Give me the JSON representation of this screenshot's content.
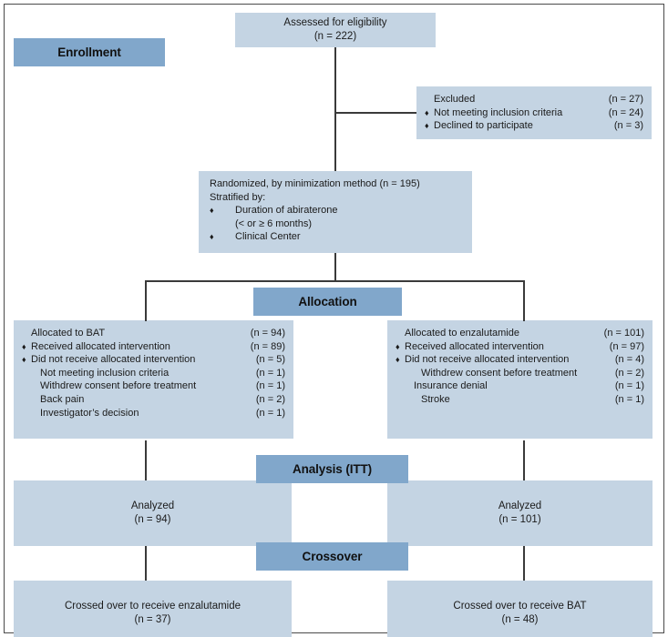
{
  "figure": {
    "type": "consort-flow-diagram",
    "colors": {
      "box_fill": "#c4d4e3",
      "header_fill": "#81a7cb",
      "line": "#3a3a3a",
      "text": "#1a1a1a",
      "background": "#ffffff"
    }
  },
  "stage_labels": {
    "enrollment": "Enrollment",
    "allocation": "Allocation",
    "analysis": "Analysis (ITT)",
    "crossover": "Crossover"
  },
  "assessed": {
    "line1": "Assessed for eligibility",
    "line2": "(n = 222)"
  },
  "excluded": {
    "title": "Excluded",
    "title_n": "(n = 27)",
    "items": [
      {
        "bullet": "♦",
        "label": "Not meeting inclusion criteria",
        "n": "(n = 24)"
      },
      {
        "bullet": "♦",
        "label": "Declined to participate",
        "n": "(n = 3)"
      }
    ]
  },
  "randomized": {
    "line1": "Randomized, by minimization method (n = 195)",
    "line2": "Stratified by:",
    "items": [
      {
        "bullet": "♦",
        "label": "Duration of abiraterone"
      },
      {
        "bullet": "",
        "label": "(< or ≥ 6 months)"
      },
      {
        "bullet": "♦",
        "label": "Clinical Center"
      }
    ]
  },
  "allocation_left": {
    "title": "Allocated to BAT",
    "title_n": "(n = 94)",
    "items": [
      {
        "bullet": "♦",
        "indent": "none",
        "label": "Received allocated intervention",
        "n": "(n = 89)"
      },
      {
        "bullet": "♦",
        "indent": "none",
        "label": "Did not receive allocated intervention",
        "n": "(n = 5)"
      },
      {
        "bullet": "",
        "indent": "sub",
        "label": "Not meeting inclusion criteria",
        "n": "(n = 1)"
      },
      {
        "bullet": "",
        "indent": "sub",
        "label": "Withdrew consent before treatment",
        "n": "(n = 1)"
      },
      {
        "bullet": "",
        "indent": "sub",
        "label": "Back pain",
        "n": "(n = 2)"
      },
      {
        "bullet": "",
        "indent": "sub",
        "label": "Investigator’s decision",
        "n": "(n = 1)"
      }
    ]
  },
  "allocation_right": {
    "title": "Allocated to enzalutamide",
    "title_n": "(n = 101)",
    "items": [
      {
        "bullet": "♦",
        "indent": "none",
        "label": "Received allocated intervention",
        "n": "(n = 97)"
      },
      {
        "bullet": "♦",
        "indent": "none",
        "label": "Did not receive allocated intervention",
        "n": "(n = 4)"
      },
      {
        "bullet": "",
        "indent": "sub2",
        "label": "Withdrew consent before treatment",
        "n": "(n = 2)"
      },
      {
        "bullet": "",
        "indent": "sub",
        "label": "Insurance denial",
        "n": "(n = 1)"
      },
      {
        "bullet": "",
        "indent": "sub2",
        "label": "Stroke",
        "n": "(n = 1)"
      }
    ]
  },
  "analysis_left": {
    "line1": "Analyzed",
    "line2": "(n = 94)"
  },
  "analysis_right": {
    "line1": "Analyzed",
    "line2": "(n = 101)"
  },
  "crossover_left": {
    "line1": "Crossed over to receive enzalutamide",
    "line2": "(n = 37)"
  },
  "crossover_right": {
    "line1": "Crossed over to receive BAT",
    "line2": "(n = 48)"
  }
}
